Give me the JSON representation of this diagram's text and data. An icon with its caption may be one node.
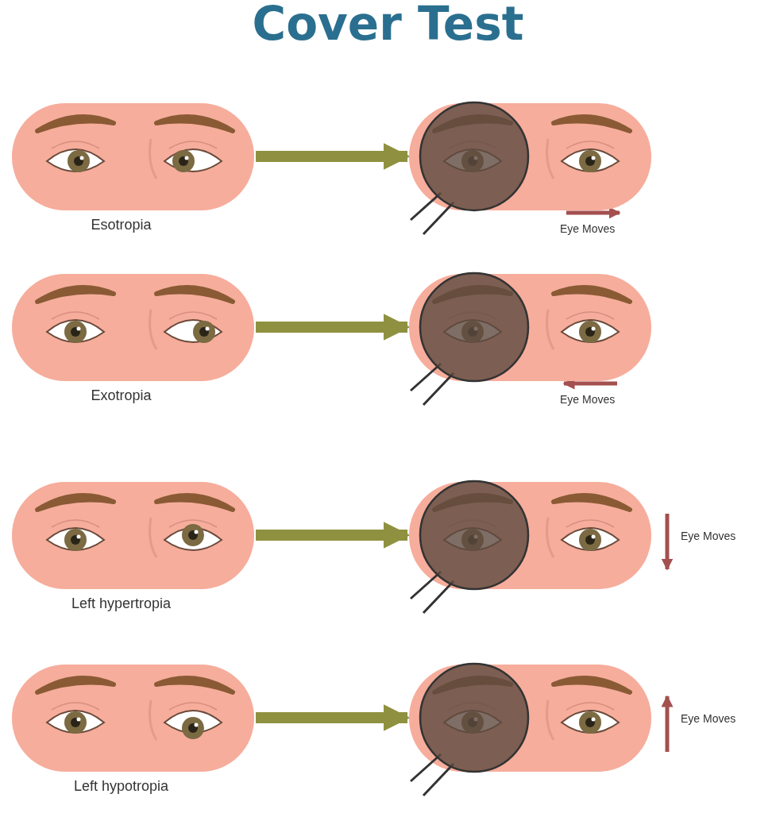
{
  "diagram": {
    "title": "Cover Test",
    "nodes": [
      {
        "text": [],
        "shape": "picture",
        "beside": [
          "Esotropia"
        ]
      },
      {
        "text": [],
        "shape": "picture"
      },
      {
        "text": [],
        "shape": "picture",
        "beside": [
          "Exotropia"
        ]
      },
      {
        "text": [],
        "shape": "picture"
      },
      {
        "text": [],
        "shape": "picture",
        "beside": [
          "Left hypertropia"
        ]
      },
      {
        "text": [],
        "shape": "picture"
      },
      {
        "text": [],
        "shape": "picture",
        "beside": [
          "Left hypotropia"
        ]
      },
      {
        "text": [],
        "shape": "picture"
      }
    ],
    "edges": [
      {
        "from": 0,
        "to": 1,
        "arrow": "to"
      },
      {
        "from": 2,
        "to": 3,
        "arrow": "to"
      },
      {
        "from": 4,
        "to": 5,
        "arrow": "to"
      },
      {
        "from": 6,
        "to": 7,
        "arrow": "to"
      }
    ],
    "labels": [
      "Eye Moves",
      "Eye Moves",
      "Eye Moves",
      "Eye Moves"
    ]
  }
}
